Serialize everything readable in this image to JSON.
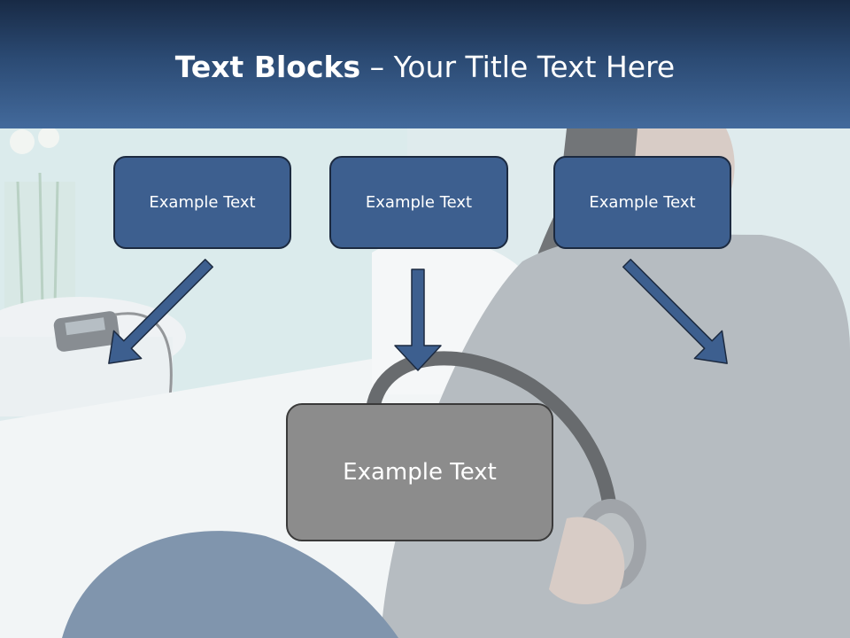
{
  "title": {
    "bold": "Text Blocks",
    "rest": " – Your Title Text Here"
  },
  "boxes": {
    "top_left": "Example Text",
    "top_center": "Example Text",
    "top_right": "Example Text",
    "bottom": "Example Text"
  },
  "colors": {
    "header_dark": "#182a45",
    "header_light": "#436a9c",
    "box_fill": "#3d5f8f",
    "box_border": "#1c2a40",
    "bottom_box_fill": "#8c8c8c",
    "arrow_fill": "#3d5f8f"
  },
  "background_image": "woman-with-headphones-photo"
}
